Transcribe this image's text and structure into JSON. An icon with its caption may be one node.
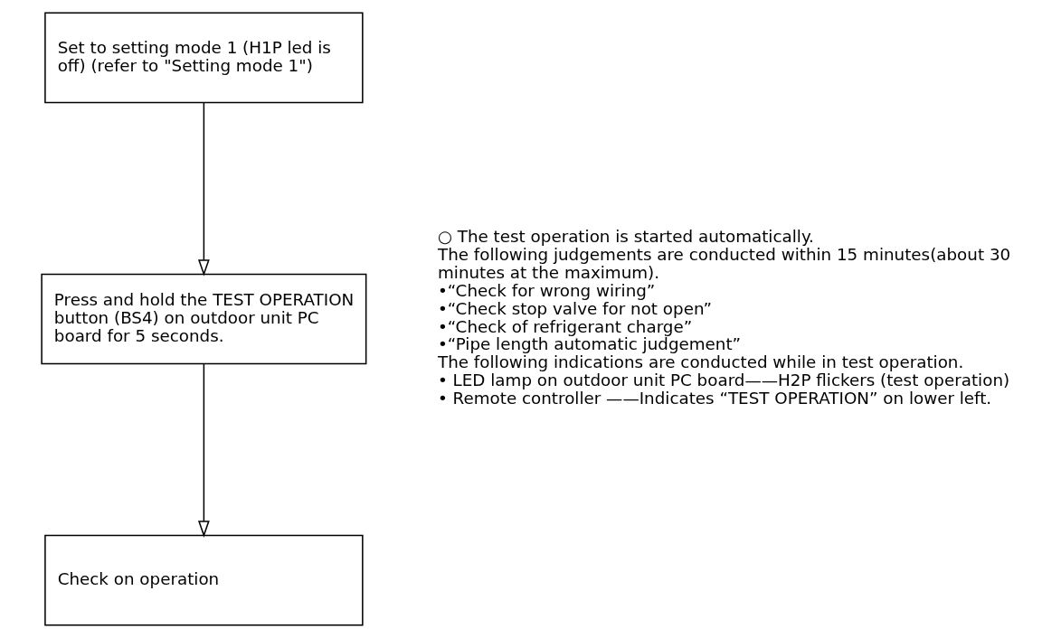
{
  "diagram": {
    "nodes": [
      {
        "text": [
          "Set to setting mode 1 (H1P led is off) (refer to \"Setting mode 1\")"
        ]
      },
      {
        "text": [
          "Press and hold the TEST OPERATION button (BS4) on outdoor unit PC board for 5 seconds."
        ],
        "beside": [
          "○ The test operation is started automatically.",
          "The following judgements are conducted within 15 minutes(about 30 minutes at the maximum).",
          "•“Check for wrong wiring”",
          "•“Check stop valve for not open”",
          "•“Check of refrigerant charge”",
          "•“Pipe length automatic judgement”",
          "The following indications are conducted while in test operation.",
          "• LED lamp on outdoor unit PC board——H2P flickers (test operation)",
          "• Remote controller ——Indicates “TEST OPERATION” on lower left."
        ]
      },
      {
        "text": [
          "Check on operation"
        ]
      }
    ],
    "edges": [
      {
        "from": 0,
        "to": 1,
        "arrow": "to"
      },
      {
        "from": 1,
        "to": 2,
        "arrow": "to"
      }
    ]
  }
}
